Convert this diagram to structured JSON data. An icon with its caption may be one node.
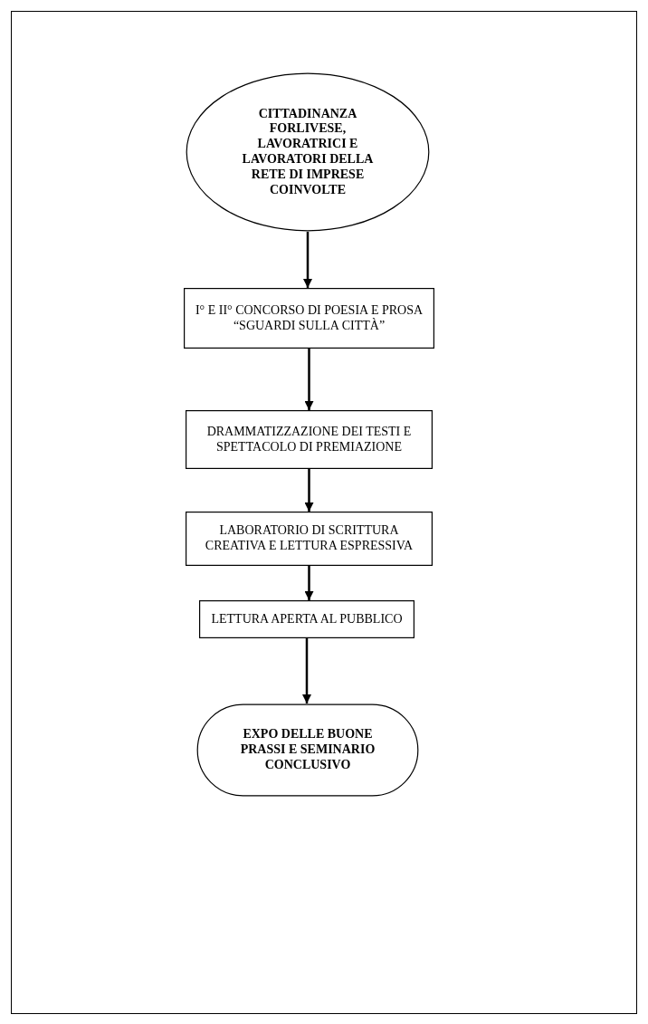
{
  "diagram": {
    "nodes": [
      {
        "text": [
          "CITTADINANZA FORLIVESE, LAVORATRICI E LAVORATORI DELLA RETE DI IMPRESE COINVOLTE"
        ]
      },
      {
        "text": [
          "I°  E  II° CONCORSO DI POESIA E PROSA “SGUARDI SULLA CITTÀ”"
        ]
      },
      {
        "text": [
          "DRAMMATIZZAZIONE DEI TESTI E SPETTACOLO DI PREMIAZIONE"
        ]
      },
      {
        "text": [
          "LABORATORIO DI SCRITTURA CREATIVA E LETTURA ESPRESSIVA"
        ]
      },
      {
        "text": [
          "LETTURA APERTA AL PUBBLICO"
        ]
      },
      {
        "text": [
          "EXPO DELLE BUONE PRASSI E SEMINARIO CONCLUSIVO"
        ]
      }
    ],
    "edges": [
      {
        "from": 0,
        "to": 1,
        "arrow": "to"
      },
      {
        "from": 1,
        "to": 2,
        "arrow": "to"
      },
      {
        "from": 2,
        "to": 3,
        "arrow": "to"
      },
      {
        "from": 3,
        "to": 4,
        "arrow": "to"
      },
      {
        "from": 4,
        "to": 5,
        "arrow": "to"
      }
    ]
  }
}
